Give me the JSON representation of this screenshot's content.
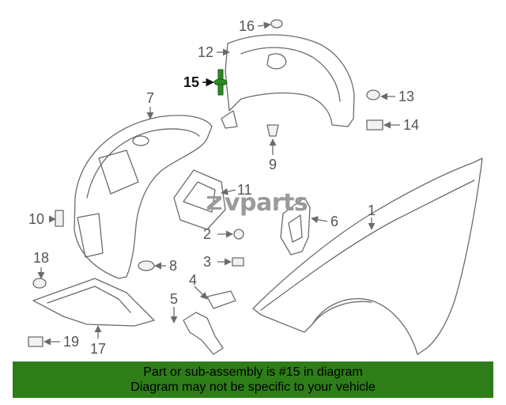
{
  "diagram": {
    "callouts": [
      {
        "id": "1",
        "label": "1"
      },
      {
        "id": "2",
        "label": "2"
      },
      {
        "id": "3",
        "label": "3"
      },
      {
        "id": "4",
        "label": "4"
      },
      {
        "id": "5",
        "label": "5"
      },
      {
        "id": "6",
        "label": "6"
      },
      {
        "id": "7",
        "label": "7"
      },
      {
        "id": "8",
        "label": "8"
      },
      {
        "id": "9",
        "label": "9"
      },
      {
        "id": "10",
        "label": "10"
      },
      {
        "id": "11",
        "label": "11"
      },
      {
        "id": "12",
        "label": "12"
      },
      {
        "id": "13",
        "label": "13"
      },
      {
        "id": "14",
        "label": "14"
      },
      {
        "id": "15",
        "label": "15"
      },
      {
        "id": "16",
        "label": "16"
      },
      {
        "id": "17",
        "label": "17"
      },
      {
        "id": "18",
        "label": "18"
      },
      {
        "id": "19",
        "label": "19"
      }
    ],
    "highlighted_part": "15",
    "highlight_color": "#2e8b22",
    "line_color": "#6b6b6b"
  },
  "watermark": {
    "text": "vparts",
    "logo_icon": "zv-logo-icon"
  },
  "banner": {
    "line1": "Part or sub-assembly is #15 in diagram",
    "line2": "Diagram may not be specific to your vehicle",
    "background": "#2e7d18"
  }
}
